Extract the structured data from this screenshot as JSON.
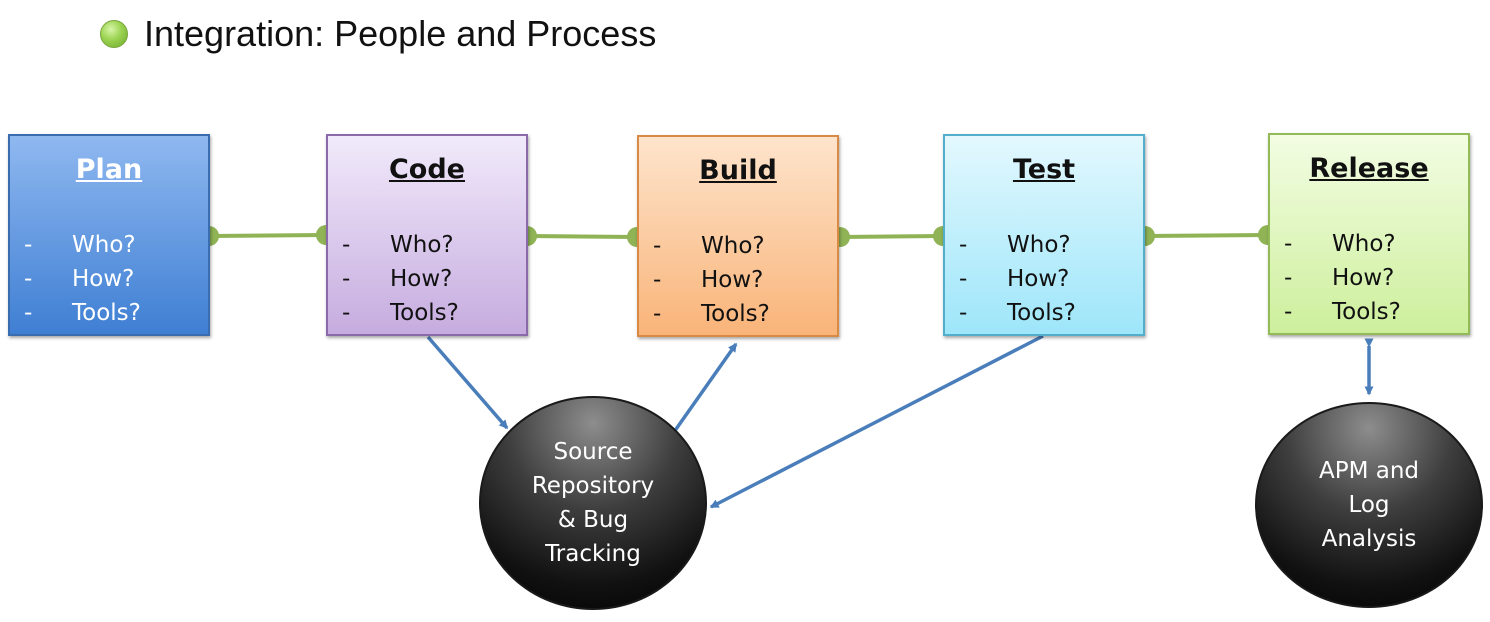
{
  "title": "Integration: People and Process",
  "colors": {
    "bullet": "#9ad350",
    "connector_line": "#8fb355",
    "arrow": "#4a7ebb"
  },
  "stages": [
    {
      "name": "Plan",
      "items": [
        "Who?",
        "How?",
        "Tools?"
      ],
      "dash": "-",
      "bg": [
        "#8fb8f0",
        "#3f7fd3"
      ],
      "border": "#3a6db0",
      "text": "#ffffff"
    },
    {
      "name": "Code",
      "items": [
        "Who?",
        "How?",
        "Tools?"
      ],
      "dash": "-",
      "bg": [
        "#f1eafb",
        "#c6acdf"
      ],
      "border": "#8a6aa8",
      "text": "#111111"
    },
    {
      "name": "Build",
      "items": [
        "Who?",
        "How?",
        "Tools?"
      ],
      "dash": "-",
      "bg": [
        "#fee4cc",
        "#f9b479"
      ],
      "border": "#d98a45",
      "text": "#111111"
    },
    {
      "name": "Test",
      "items": [
        "Who?",
        "How?",
        "Tools?"
      ],
      "dash": "-",
      "bg": [
        "#e3f8fe",
        "#9ee6fa"
      ],
      "border": "#52aecb",
      "text": "#111111"
    },
    {
      "name": "Release",
      "items": [
        "Who?",
        "How?",
        "Tools?"
      ],
      "dash": "-",
      "bg": [
        "#f3fde3",
        "#cdef9c"
      ],
      "border": "#92bb58",
      "text": "#111111"
    }
  ],
  "circles": [
    {
      "lines": [
        "Source",
        "Repository",
        "& Bug",
        "Tracking"
      ]
    },
    {
      "lines": [
        "APM and",
        "Log",
        "Analysis"
      ]
    }
  ]
}
